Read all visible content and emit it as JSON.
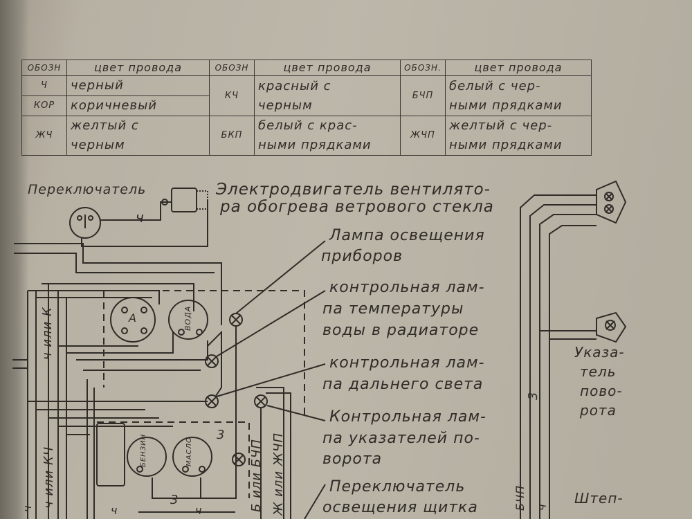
{
  "legend": {
    "headers": [
      "ОБОЗН",
      "цвет провода",
      "ОБОЗН",
      "цвет провода",
      "ОБОЗН.",
      "цвет провода"
    ],
    "rows": [
      {
        "code": "Ч",
        "color": "черный"
      },
      {
        "code": "КОР",
        "color": "коричневый"
      },
      {
        "code": "ЖЧ",
        "color_line1": "желтый с",
        "color_line2": "черным"
      }
    ],
    "mid": [
      {
        "code": "КЧ",
        "color_line1": "красный с",
        "color_line2": "черным"
      },
      {
        "code": "БКП",
        "color_line1": "белый с крас-",
        "color_line2": "ными прядками"
      }
    ],
    "right": [
      {
        "code": "БЧП",
        "color_line1": "белый с чер-",
        "color_line2": "ными прядками"
      },
      {
        "code": "ЖЧП",
        "color_line1": "желтый с чер-",
        "color_line2": "ными прядками"
      }
    ]
  },
  "labels": {
    "switch": "Переключатель",
    "fan_motor_1": "Электродвигатель вентилято-",
    "fan_motor_2": "ра обогрева ветрового стекла",
    "instr_lamp_1": "Лампа освещения",
    "instr_lamp_2": "приборов",
    "temp_lamp_1": "контрольная лам-",
    "temp_lamp_2": "па температуры",
    "temp_lamp_3": "воды в радиаторе",
    "beam_lamp_1": "контрольная лам-",
    "beam_lamp_2": "па дальнего света",
    "turn_lamp_1": "Контрольная лам-",
    "turn_lamp_2": "па указателей по-",
    "turn_lamp_3": "ворота",
    "panel_switch_1": "Переключатель",
    "panel_switch_2": "освещения щитка",
    "turn_indicator_1": "Указа-",
    "turn_indicator_2": "тель",
    "turn_indicator_3": "пово-",
    "turn_indicator_4": "рота",
    "plug": "Штеп-"
  },
  "gauges": {
    "water": "ВОДА",
    "fuel": "БЕНЗИН",
    "oil": "МАСЛО",
    "ammeter": "А"
  },
  "wire_marks": {
    "ch": "ч",
    "ch_or_k": "ч или К",
    "ch_or_kch": "ч или КЧ",
    "b_or_bchp": "Б или БЧП",
    "zh_or_zhchp": "Ж или ЖЧП",
    "three_a": "3",
    "three_b": "3",
    "three_c": "3",
    "bchp": "БЧП",
    "ch_bottom": "ч",
    "ch_right": "ч",
    "ch_bottom2": "ч",
    "ch_left": "ч"
  }
}
